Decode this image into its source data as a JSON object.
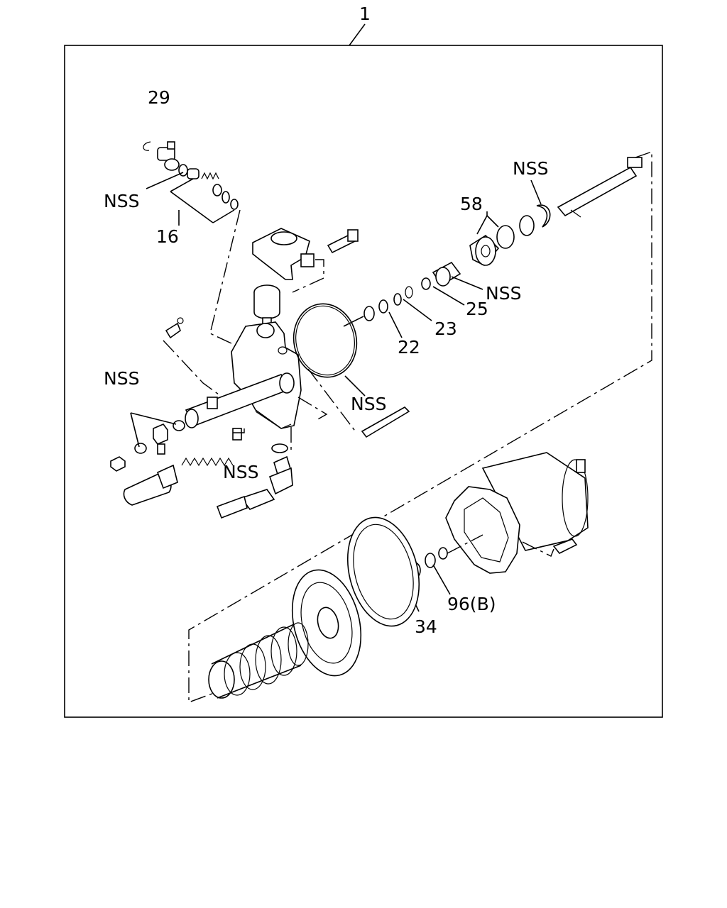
{
  "diagram": {
    "callouts": {
      "assembly": "1",
      "c29": "29",
      "nss_top_left": "NSS",
      "c16": "16",
      "nss_top_right": "NSS",
      "c58": "58",
      "nss_valve": "NSS",
      "c25": "25",
      "c23": "23",
      "c22": "22",
      "nss_oring": "NSS",
      "nss_left": "NSS",
      "nss_lower": "NSS",
      "c96b": "96(B)",
      "c34": "34"
    }
  }
}
